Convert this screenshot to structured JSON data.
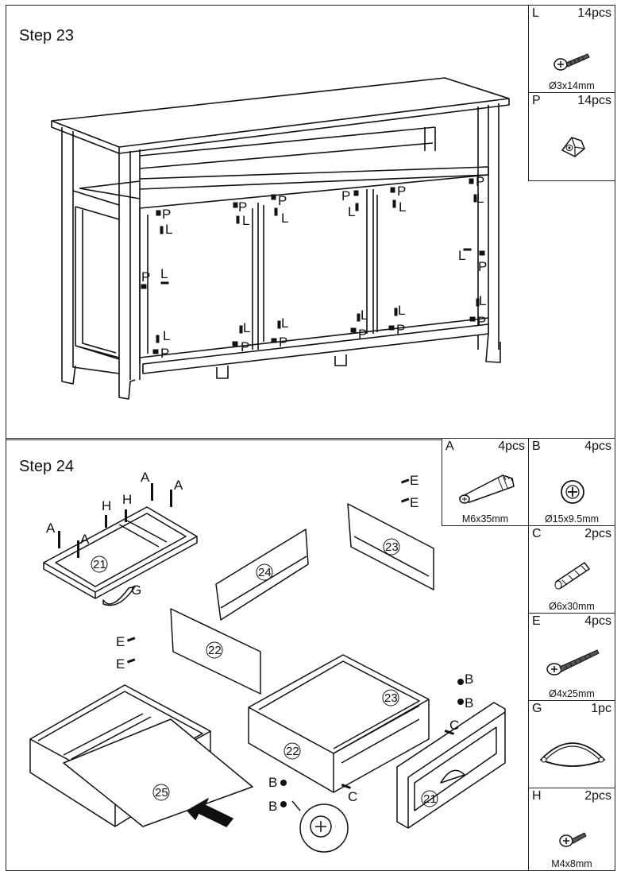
{
  "step23": {
    "title": "Step 23",
    "callouts": [
      "P",
      "L",
      "L",
      "P",
      "P",
      "L",
      "L",
      "P",
      "P",
      "L",
      "P",
      "L",
      "P",
      "L",
      "L",
      "P",
      "P",
      "L",
      "L",
      "P",
      "L",
      "P",
      "L",
      "P",
      "L",
      "P",
      "P",
      "L"
    ]
  },
  "step24": {
    "title": "Step 24",
    "hardware_labels": [
      "A",
      "A",
      "H",
      "H",
      "A",
      "A",
      "G",
      "E",
      "E",
      "E",
      "E",
      "B",
      "B",
      "C",
      "B",
      "B",
      "C"
    ],
    "panel_numbers": [
      "21",
      "24",
      "23",
      "22",
      "23",
      "22",
      "25",
      "21"
    ]
  },
  "parts": {
    "L": {
      "letter": "L",
      "qty": "14pcs",
      "size": "Ø3x14mm",
      "icon": "screw-icon"
    },
    "P": {
      "letter": "P",
      "qty": "14pcs",
      "size": "",
      "icon": "bracket-icon"
    },
    "A": {
      "letter": "A",
      "qty": "4pcs",
      "size": "M6x35mm",
      "icon": "cam-bolt-icon"
    },
    "B": {
      "letter": "B",
      "qty": "4pcs",
      "size": "Ø15x9.5mm",
      "icon": "cam-lock-icon"
    },
    "C": {
      "letter": "C",
      "qty": "2pcs",
      "size": "Ø6x30mm",
      "icon": "dowel-icon"
    },
    "E": {
      "letter": "E",
      "qty": "4pcs",
      "size": "Ø4x25mm",
      "icon": "screw-icon"
    },
    "G": {
      "letter": "G",
      "qty": "1pc",
      "size": "",
      "icon": "cup-handle-icon"
    },
    "H": {
      "letter": "H",
      "qty": "2pcs",
      "size": "M4x8mm",
      "icon": "screw-icon"
    }
  }
}
